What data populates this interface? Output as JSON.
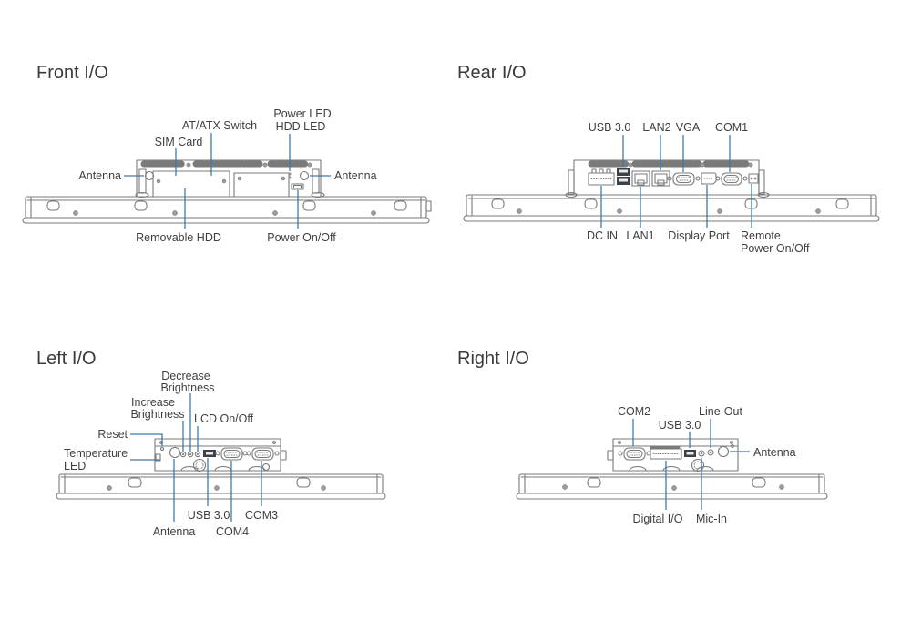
{
  "colors": {
    "background": "#ffffff",
    "drawing_line": "#7a7a7a",
    "leader_line": "#3e79ad",
    "label_text": "#3f3f3f",
    "title_text": "#3a3a3a",
    "usb_port_fill": "#3c4148"
  },
  "front": {
    "title": "Front I/O",
    "labels": {
      "atx_switch": "AT/ATX Switch",
      "sim_card": "SIM Card",
      "power_led": "Power LED",
      "hdd_led": "HDD LED",
      "antenna_left": "Antenna",
      "antenna_right": "Antenna",
      "removable_hdd": "Removable HDD",
      "power_onoff": "Power On/Off"
    }
  },
  "rear": {
    "title": "Rear I/O",
    "labels": {
      "usb30": "USB 3.0",
      "lan2": "LAN2",
      "vga": "VGA",
      "com1": "COM1",
      "dc_in": "DC IN",
      "lan1": "LAN1",
      "display_port": "Display Port",
      "remote_line1": "Remote",
      "remote_line2": "Power On/Off"
    }
  },
  "left": {
    "title": "Left I/O",
    "labels": {
      "decrease_line1": "Decrease",
      "decrease_line2": "Brightness",
      "increase_line1": "Increase",
      "increase_line2": "Brightness",
      "lcd_onoff": "LCD On/Off",
      "reset": "Reset",
      "temperature_line1": "Temperature",
      "temperature_line2": "LED",
      "usb30": "USB 3.0",
      "com3": "COM3",
      "antenna": "Antenna",
      "com4": "COM4"
    }
  },
  "right": {
    "title": "Right I/O",
    "labels": {
      "com2": "COM2",
      "usb30": "USB 3.0",
      "line_out": "Line-Out",
      "antenna": "Antenna",
      "digital_io": "Digital I/O",
      "mic_in": "Mic-In"
    }
  }
}
